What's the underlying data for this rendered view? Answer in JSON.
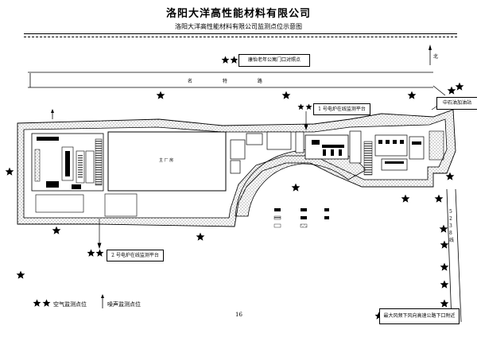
{
  "header": {
    "title": "洛阳大洋高性能材料有限公司",
    "subtitle": "洛阳大洋高性能材料有限公司监测点位示意图"
  },
  "compass": {
    "label": "北"
  },
  "road": {
    "name": "名 特 路"
  },
  "callouts": {
    "background_point": "康怡老年公寓门口对照点",
    "petrol_station": "中石油加油站",
    "furnace1": "1 号电炉在线监测平台",
    "furnace2": "2 号电炉在线监测平台",
    "residential": "最大风频下风向高速公路下口附近"
  },
  "highway": {
    "label": "5 2 3 8 线"
  },
  "plant": {
    "main_building": "主 厂 房"
  },
  "legend": {
    "air": "空气监测点位",
    "noise": "噪声监测点位"
  },
  "page": {
    "number": "16"
  },
  "colors": {
    "ink": "#000000",
    "stipple": "#9a9a9a",
    "grey_fill": "#cfcfcf"
  }
}
